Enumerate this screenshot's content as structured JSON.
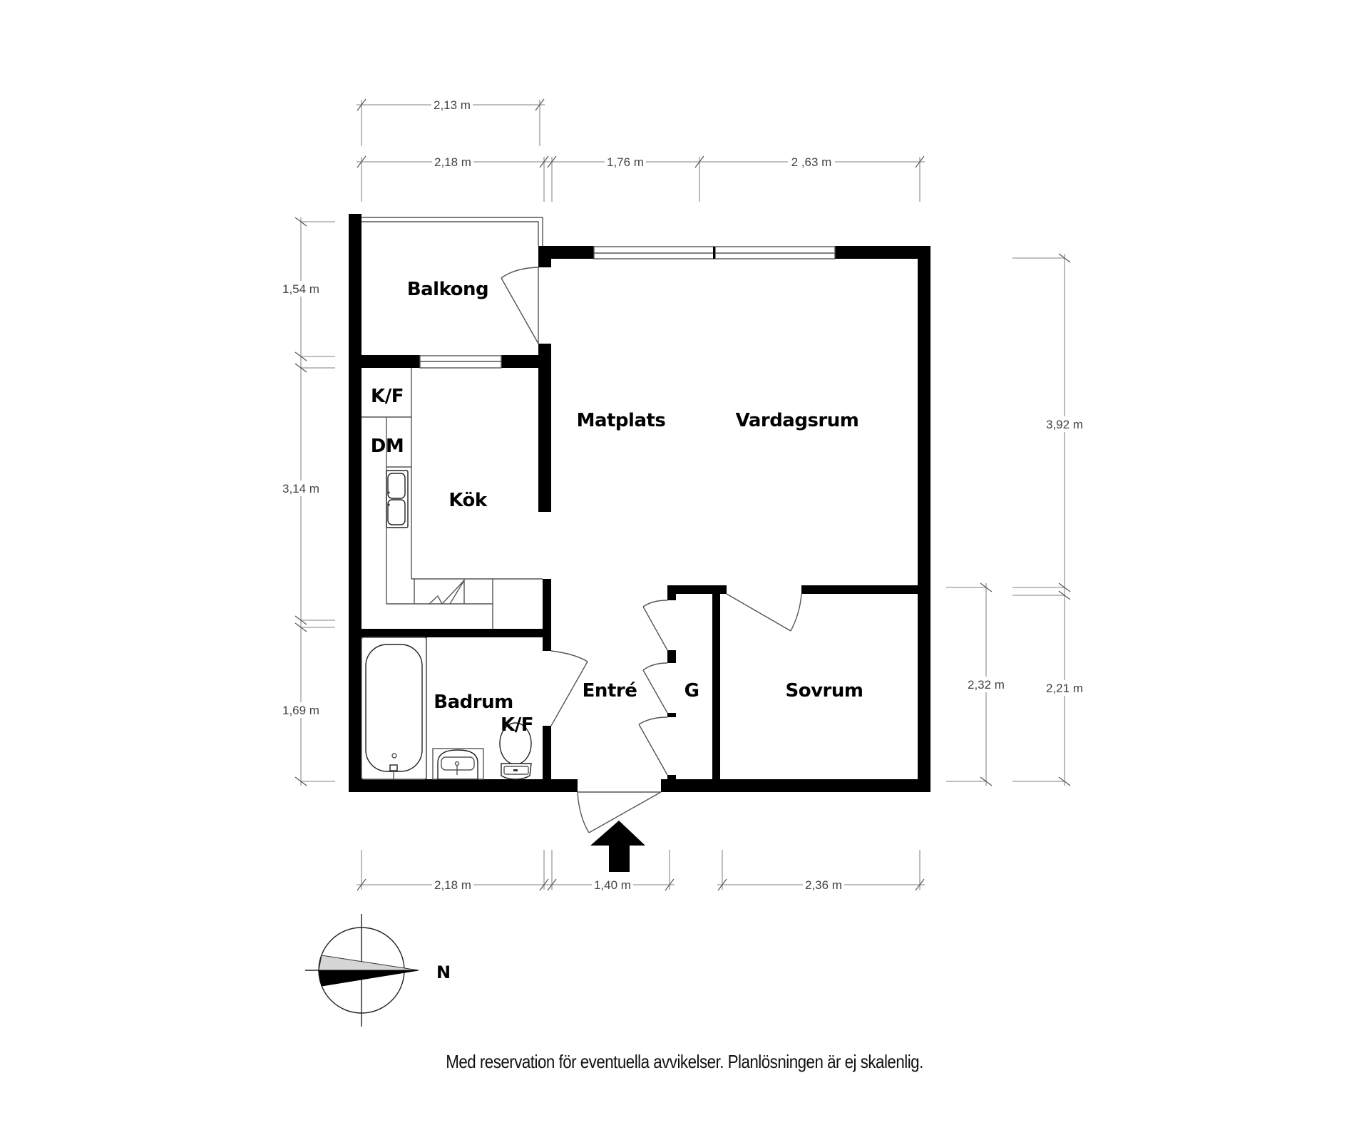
{
  "plan": {
    "rooms": {
      "balkong": "Balkong",
      "matplats": "Matplats",
      "vardagsrum": "Vardagsrum",
      "kok": "Kök",
      "kf_top": "K/F",
      "dm": "DM",
      "kf_bottom": "K/F",
      "badrum": "Badrum",
      "entre": "Entré",
      "garderob": "G",
      "sovrum": "Sovrum"
    },
    "dimensions": {
      "top_balcony": "2,13 m",
      "top_left": "2,18 m",
      "top_mid": "1,76 m",
      "top_right": "2 ,63 m",
      "left_balcony": "1,54 m",
      "left_kitchen": "3,14 m",
      "left_bath": "1,69 m",
      "right_living": "3,92 m",
      "right_bedroom_outer": "2,21 m",
      "right_bedroom_inner": "2,32 m",
      "bottom_left": "2,18 m",
      "bottom_mid": "1,40 m",
      "bottom_right": "2,36 m"
    },
    "compass": {
      "label": "N",
      "icon": "compass-icon"
    },
    "entrance_arrow": {
      "icon": "entrance-arrow-icon"
    },
    "colors": {
      "wall": "#000000",
      "line": "#555555",
      "dimension": "#9a9a9a",
      "needle_light": "#d6d6d6"
    }
  },
  "footnote": "Med reservation för eventuella avvikelser. Planlösningen är ej skalenlig."
}
